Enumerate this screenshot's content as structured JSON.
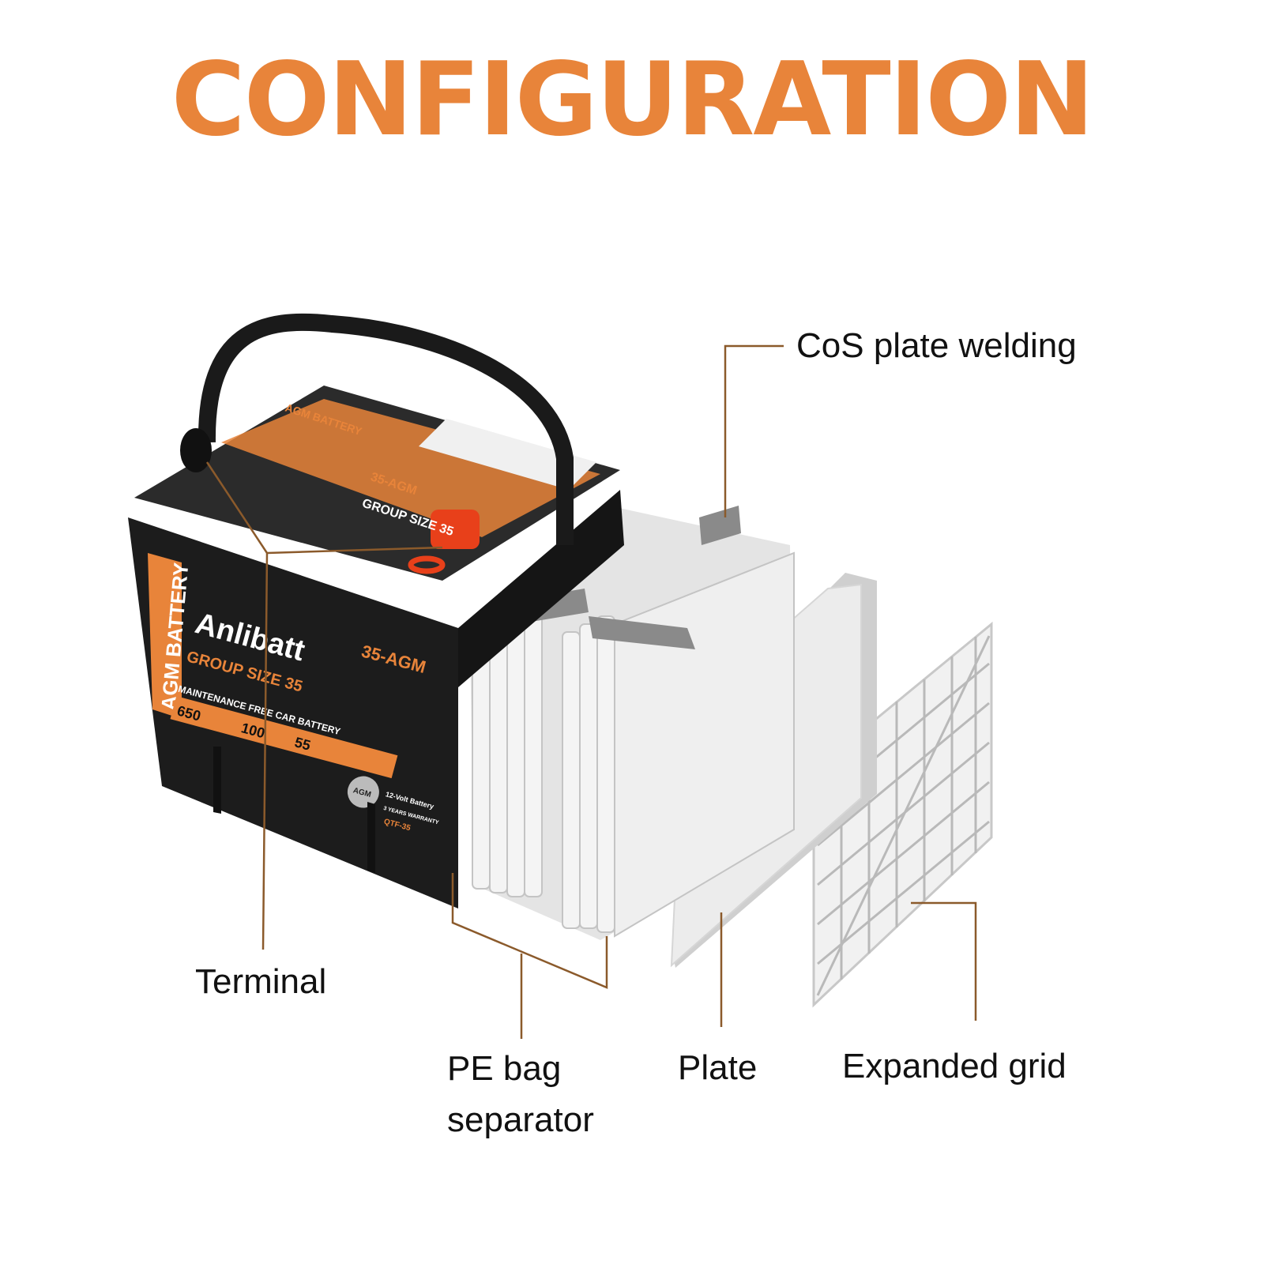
{
  "title": "CONFIGURATION",
  "labels": {
    "cos": "CoS plate welding",
    "terminal": "Terminal",
    "pe_line1": "PE bag",
    "pe_line2": "separator",
    "plate": "Plate",
    "grid": "Expanded grid"
  },
  "battery": {
    "side_band": "AGM BATTERY",
    "brand": "Anlibatt",
    "group": "GROUP SIZE 35",
    "model": "35-AGM",
    "maint": "MAINTENANCE FREE CAR BATTERY",
    "cca": "650",
    "rc": "100",
    "ah": "55",
    "badge": "AGM",
    "volt": "12-Volt Battery",
    "warranty": "3 YEARS WARRANTY",
    "code": "QTF-35",
    "lid_title": "AGM BATTERY",
    "lid_model": "35-AGM",
    "lid_group": "GROUP SIZE 35"
  },
  "colors": {
    "accent": "#E8843A",
    "leader": "#8B5A2B"
  }
}
